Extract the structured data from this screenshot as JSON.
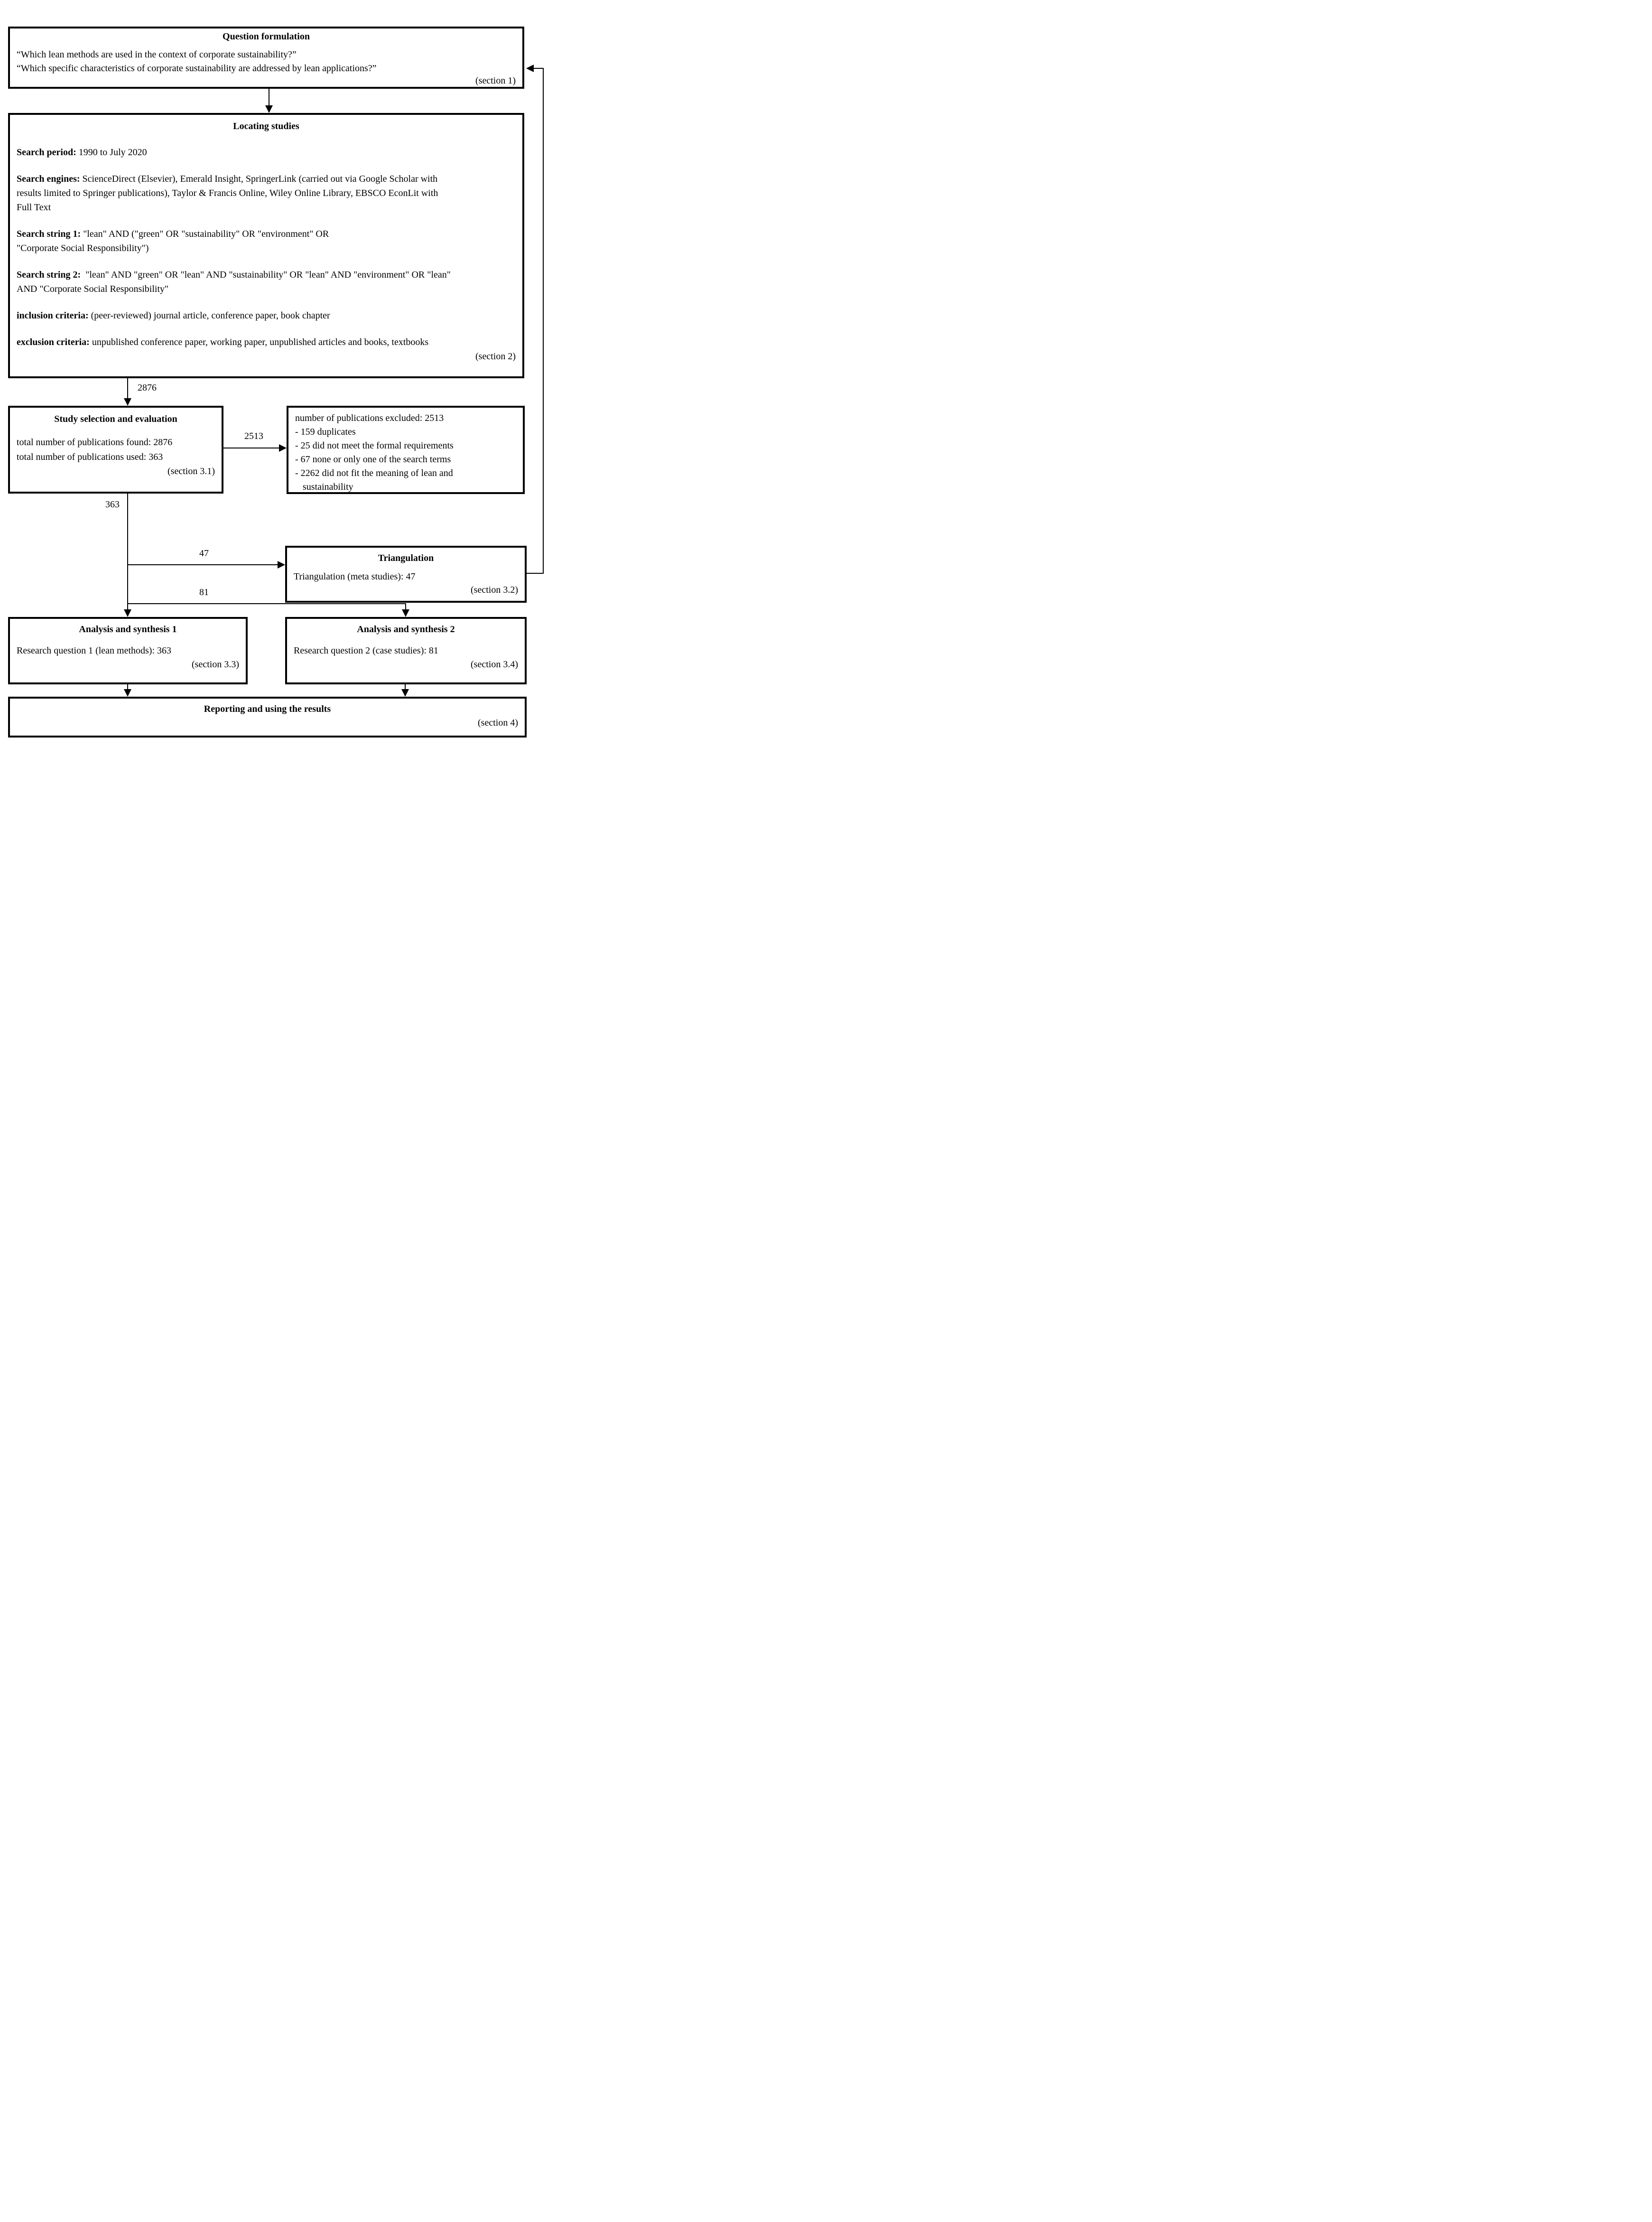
{
  "box_question": {
    "title": "Question formulation",
    "line1": "“Which lean methods are used in the context of corporate sustainability?”",
    "line2": "“Which specific characteristics of corporate sustainability are addressed by lean applications?”",
    "section": "(section 1)"
  },
  "box_locating": {
    "title": "Locating studies",
    "period_label": "Search period:",
    "period_text": " 1990 to July 2020",
    "engines_label": "Search engines:",
    "engines_text": " ScienceDirect (Elsevier), Emerald Insight, SpringerLink (carried out via Google Scholar with",
    "engines_line2": "results limited to Springer publications), Taylor & Francis Online, Wiley Online Library, EBSCO EconLit with",
    "engines_line3": "Full Text",
    "string1_label": "Search string 1:",
    "string1_text": " \"lean\" AND (\"green\" OR \"sustainability\" OR \"environment\" OR",
    "string1_line2": "\"Corporate Social Responsibility\")",
    "string2_label": "Search string 2:",
    "string2_text": "  \"lean\" AND \"green\" OR \"lean\" AND \"sustainability\" OR \"lean\" AND \"environment\" OR \"lean\"",
    "string2_line2": "AND \"Corporate Social Responsibility\"",
    "inclusion_label": "inclusion criteria:",
    "inclusion_text": " (peer-reviewed) journal article, conference paper, book chapter",
    "exclusion_label": "exclusion criteria:",
    "exclusion_text": " unpublished conference paper, working paper, unpublished articles and books, textbooks",
    "section": "(section 2)"
  },
  "box_selection": {
    "title": "Study selection and evaluation",
    "line1": "total number of publications found: 2876",
    "line2": "total number of publications used: 363",
    "section": "(section 3.1)"
  },
  "box_excluded": {
    "line1": "number of publications excluded: 2513",
    "item1": "- 159 duplicates",
    "item2": "- 25 did not meet the formal requirements",
    "item3": "- 67 none or only one of the search terms",
    "item4": "- 2262 did not fit the meaning of lean and",
    "item5": "sustainability"
  },
  "box_triangulation": {
    "title": "Triangulation",
    "line1": "Triangulation (meta studies): 47",
    "section": "(section 3.2)"
  },
  "box_analysis1": {
    "title": "Analysis and synthesis 1",
    "line1": "Research question 1 (lean methods): 363",
    "section": "(section 3.3)"
  },
  "box_analysis2": {
    "title": "Analysis and synthesis 2",
    "line1": "Research question 2 (case studies): 81",
    "section": "(section 3.4)"
  },
  "box_reporting": {
    "title": "Reporting and using the results",
    "section": "(section 4)"
  },
  "arrow_labels": {
    "found": "2876",
    "excluded": "2513",
    "used": "363",
    "triangulation": "47",
    "case_studies": "81"
  },
  "colors": {
    "line": "#000000",
    "background": "#ffffff",
    "text": "#000000"
  }
}
